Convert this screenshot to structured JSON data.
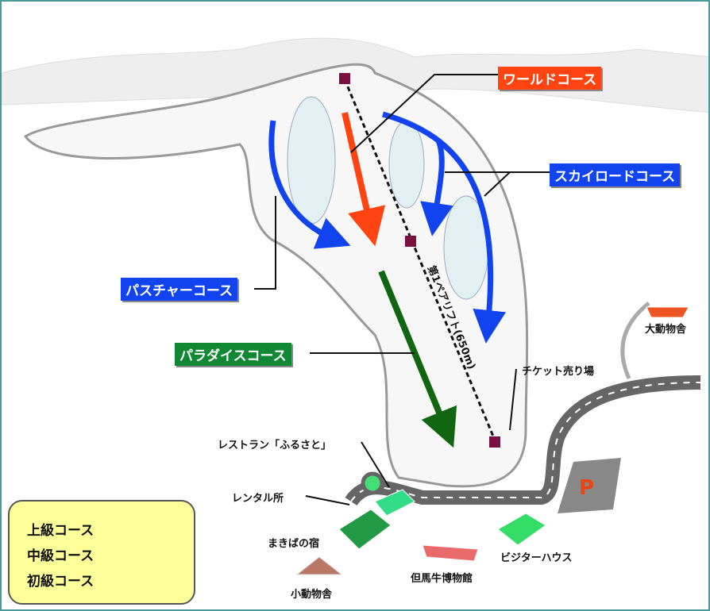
{
  "courses": {
    "world": {
      "label": "ワールドコース",
      "level": "advanced"
    },
    "skyroad": {
      "label": "スカイロードコース",
      "level": "intermediate"
    },
    "pasture": {
      "label": "パスチャーコース",
      "level": "intermediate"
    },
    "paradise": {
      "label": "パラダイスコース",
      "level": "beginner"
    }
  },
  "lift": {
    "name": "第1ペアリフト",
    "length": "(650m)"
  },
  "facilities": {
    "ticket": "チケット売り場",
    "large_animal": "大動物舎",
    "restaurant": "レストラン「ふるさと」",
    "rental": "レンタル所",
    "inn": "まきばの宿",
    "visitor": "ビジターハウス",
    "museum": "但馬牛博物館",
    "small_animal": "小動物舎",
    "parking": "P"
  },
  "legend": [
    {
      "label": "上級コース",
      "color": "#ff4411"
    },
    {
      "label": "中級コース",
      "color": "#1144ee"
    },
    {
      "label": "初級コース",
      "color": "#116611"
    }
  ],
  "colors": {
    "advanced": "#ff4411",
    "intermediate": "#1144ee",
    "beginner": "#116611",
    "border": "#4a9a9a"
  }
}
